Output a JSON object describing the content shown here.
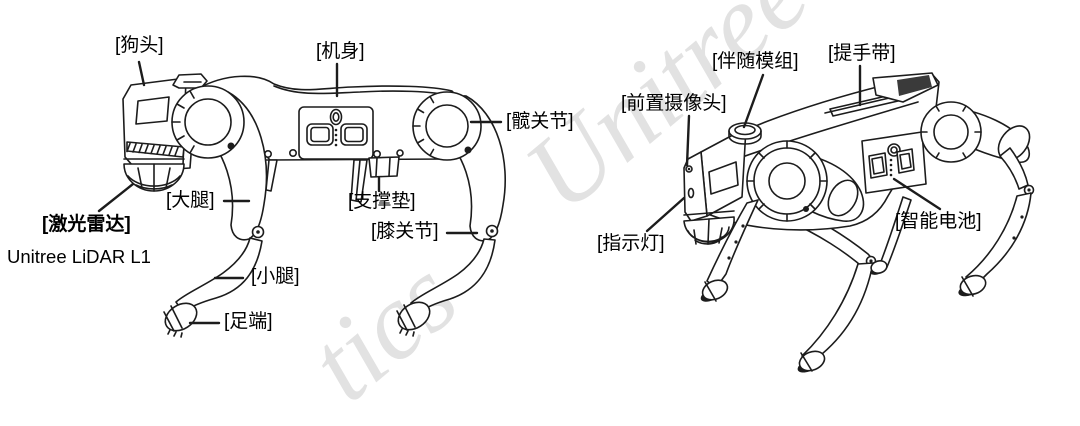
{
  "labels": {
    "dog_head": "[狗头]",
    "body": "[机身]",
    "hip_joint": "[髋关节]",
    "lidar": "[激光雷达]",
    "lidar_model": "Unitree LiDAR L1",
    "thigh": "[大腿]",
    "support_pad": "[支撑垫]",
    "knee_joint": "[膝关节]",
    "calf": "[小腿]",
    "foot": "[足端]",
    "companion_module": "[伴随模组]",
    "handle_strap": "[提手带]",
    "front_camera": "[前置摄像头]",
    "indicator_light": "[指示灯]",
    "smart_battery": "[智能电池]"
  },
  "watermark": {
    "fragment_lower": "tics",
    "fragment_upper": "Unitree",
    "color": "#e2e2e2"
  },
  "colors": {
    "line": "#1c1c1c",
    "label_text": "#000000",
    "background": "#ffffff"
  }
}
